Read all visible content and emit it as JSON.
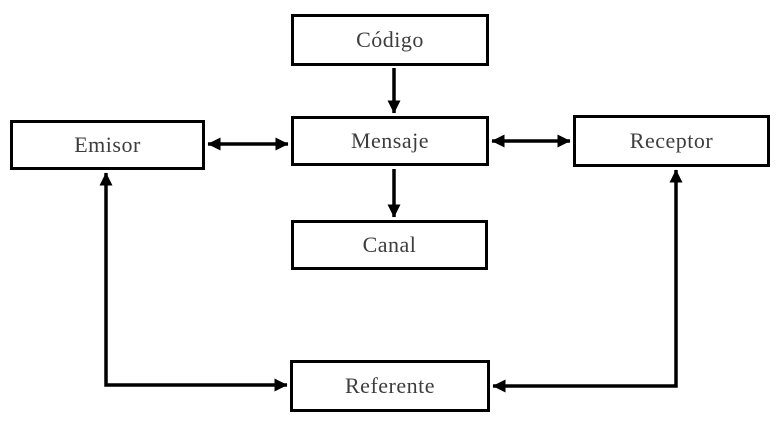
{
  "diagram": {
    "background_color": "#ffffff",
    "line_color": "#000000",
    "text_color": "#3d3d3d",
    "nodes": {
      "codigo": {
        "label": "Código"
      },
      "emisor": {
        "label": "Emisor"
      },
      "mensaje": {
        "label": "Mensaje"
      },
      "receptor": {
        "label": "Receptor"
      },
      "canal": {
        "label": "Canal"
      },
      "referente": {
        "label": "Referente"
      }
    },
    "edges": [
      {
        "from": "Código",
        "to": "Mensaje",
        "arrows": "one-way",
        "shape": "straight"
      },
      {
        "from": "Emisor",
        "to": "Mensaje",
        "arrows": "two-way",
        "shape": "straight"
      },
      {
        "from": "Mensaje",
        "to": "Receptor",
        "arrows": "two-way",
        "shape": "straight"
      },
      {
        "from": "Mensaje",
        "to": "Canal",
        "arrows": "one-way",
        "shape": "straight"
      },
      {
        "from": "Emisor",
        "to": "Referente",
        "arrows": "two-way",
        "shape": "elbow"
      },
      {
        "from": "Receptor",
        "to": "Referente",
        "arrows": "two-way",
        "shape": "elbow"
      }
    ]
  }
}
